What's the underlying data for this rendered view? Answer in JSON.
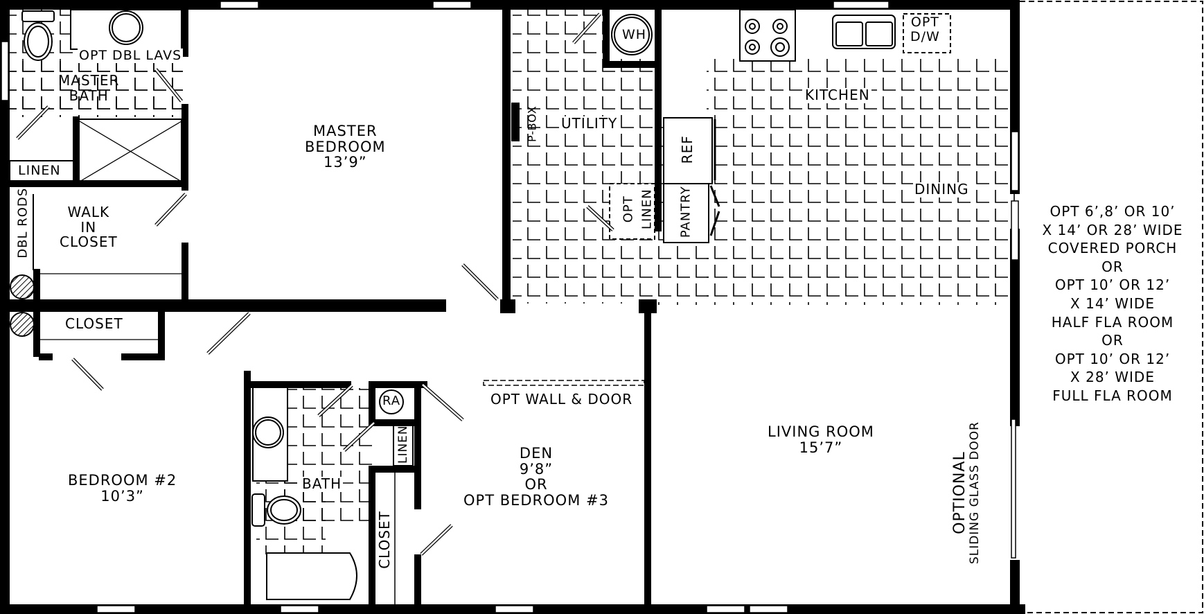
{
  "colors": {
    "wall": "#000000",
    "background": "#ffffff",
    "tile_line": "#000000"
  },
  "rooms": {
    "master_bath": {
      "line1": "MASTER",
      "line2": "BATH",
      "fixture_note": "OPT DBL LAVS"
    },
    "master_linen": {
      "label": "LINEN"
    },
    "walk_in_closet": {
      "line1": "WALK",
      "line2": "IN",
      "line3": "CLOSET",
      "rods": "DBL RODS"
    },
    "master_bedroom": {
      "line1": "MASTER",
      "line2": "BEDROOM",
      "size": "13’9”"
    },
    "utility": {
      "label": "UTILITY",
      "pbox": "P-BOX",
      "water_heater": "WH",
      "opt_linen_1": "OPT",
      "opt_linen_2": "LINEN"
    },
    "kitchen": {
      "label": "KITCHEN",
      "ref": "REF",
      "pantry": "PANTRY",
      "dw1": "OPT",
      "dw2": "D/W"
    },
    "dining": {
      "label": "DINING"
    },
    "porch_note": {
      "lines": [
        "OPT 6’,8’ OR 10’",
        "X 14’ OR 28’ WIDE",
        "COVERED PORCH",
        "OR",
        "OPT 10’ OR 12’",
        "X 14’ WIDE",
        "HALF FLA ROOM",
        "OR",
        "OPT 10’ OR 12’",
        "X 28’ WIDE",
        "FULL FLA ROOM"
      ]
    },
    "closet_bed2": {
      "label": "CLOSET"
    },
    "bedroom2": {
      "line1": "BEDROOM  #2",
      "size": "10’3”"
    },
    "bath": {
      "label": "BATH",
      "ra": "RA",
      "linen": "LINEN",
      "closet": "CLOSET"
    },
    "den": {
      "opt_wall": "OPT WALL & DOOR",
      "line1": "DEN",
      "size": "9’8”",
      "or": "OR",
      "line4": "OPT BEDROOM #3"
    },
    "living_room": {
      "line1": "LIVING ROOM",
      "size": "15’7”"
    },
    "sliding_door": {
      "line1": "OPTIONAL",
      "line2": "SLIDING GLASS DOOR"
    }
  }
}
